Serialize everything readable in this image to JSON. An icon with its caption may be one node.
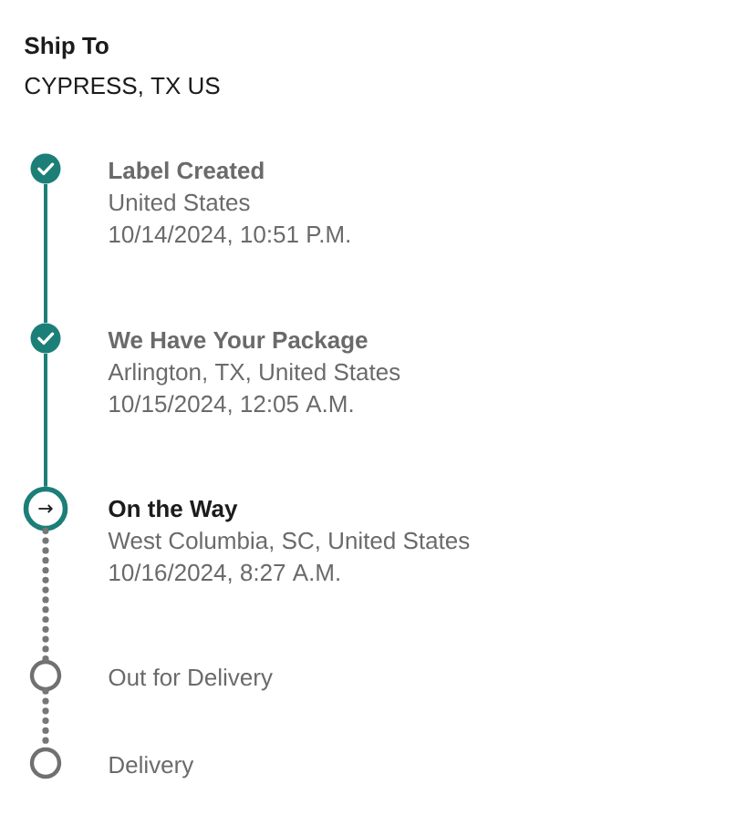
{
  "diagram": {
    "title": "Ship To",
    "labels": [
      "CYPRESS, TX US"
    ],
    "nodes": [
      {
        "text": [],
        "shape": "circle",
        "beside": [
          "Label Created",
          "United States",
          "10/14/2024, 10:51 P.M."
        ]
      },
      {
        "text": [],
        "shape": "circle",
        "beside": [
          "We Have Your Package",
          "Arlington, TX, United States",
          "10/15/2024, 12:05 A.M."
        ]
      },
      {
        "text": [],
        "shape": "circle",
        "beside": [
          "On the Way",
          "West Columbia, SC, United States",
          "10/16/2024, 8:27 A.M."
        ]
      },
      {
        "text": [],
        "shape": "circle",
        "beside": [
          "Out for Delivery"
        ]
      },
      {
        "text": [],
        "shape": "circle",
        "beside": [
          "Delivery"
        ]
      }
    ],
    "edges": [
      {
        "from": 0,
        "to": 1,
        "arrow": "none",
        "color": "#1b7f78"
      },
      {
        "from": 1,
        "to": 2,
        "arrow": "none",
        "color": "#1b7f78"
      },
      {
        "from": 2,
        "to": 3,
        "arrow": "none",
        "style": "dashed",
        "color": "#777777"
      },
      {
        "from": 3,
        "to": 4,
        "arrow": "none",
        "style": "dashed",
        "color": "#777777"
      }
    ]
  }
}
